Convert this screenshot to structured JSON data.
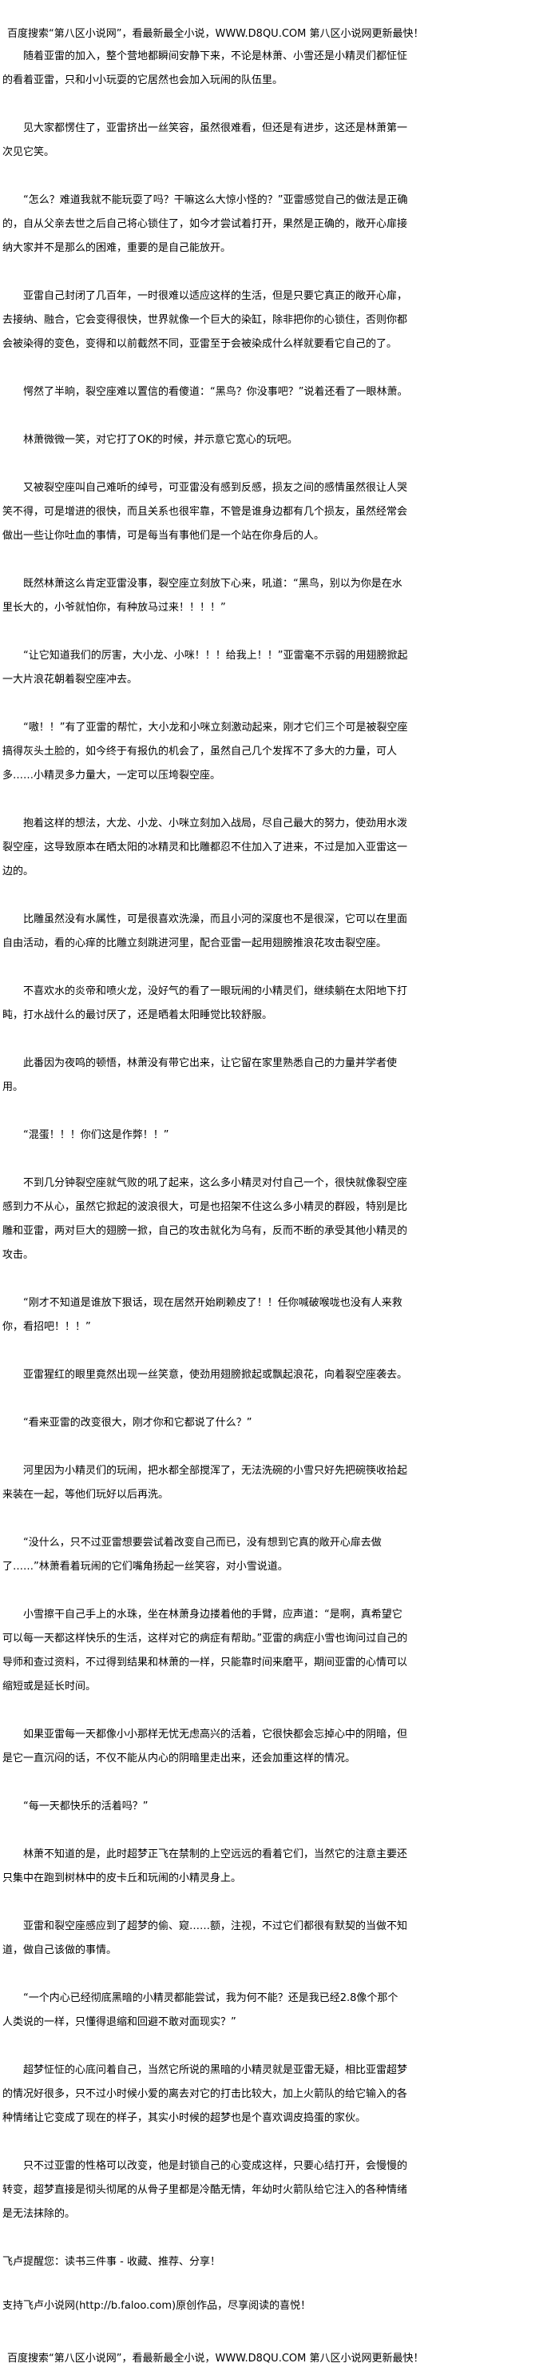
{
  "header_banner": "百度搜索“第八区小说网”，看最新最全小说，WWW.D8QU.COM   第八区小说网更新最快！",
  "paragraphs": [
    "随着亚雷的加入，整个营地都瞬间安静下来，不论是林萧、小雪还是小精灵们都怔怔的看着亚雷，只和小小玩耍的它居然也会加入玩闹的队伍里。",
    "见大家都愣住了，亚雷挤出一丝笑容，虽然很难看，但还是有进步，这还是林萧第一次见它笑。",
    "“怎么？难道我就不能玩耍了吗？干嘛这么大惊小怪的？”亚雷感觉自己的做法是正确的，自从父亲去世之后自己将心锁住了，如今才尝试着打开，果然是正确的，敞开心扉接纳大家并不是那么的困难，重要的是自己能放开。",
    "亚雷自己封闭了几百年，一时很难以适应这样的生活，但是只要它真正的敞开心扉，去接纳、融合，它会变得很快，世界就像一个巨大的染缸，除非把你的心锁住，否则你都会被染得的变色，变得和以前截然不同，亚雷至于会被染成什么样就要看它自己的了。",
    "愕然了半晌，裂空座难以置信的看傻道：“黑鸟？你没事吧？”说着还看了一眼林萧。",
    "林萧微微一笑，对它打了OK的时候，并示意它宽心的玩吧。",
    "又被裂空座叫自己难听的绰号，可亚雷没有感到反感，损友之间的感情虽然很让人哭笑不得，可是增进的很快，而且关系也很牢靠，不管是谁身边都有几个损友，虽然经常会做出一些让你吐血的事情，可是每当有事他们是一个站在你身后的人。",
    "既然林萧这么肯定亚雷没事，裂空座立刻放下心来，吼道：“黑鸟，别以为你是在水里长大的，小爷就怕你，有种放马过来！！！！”",
    "“让它知道我们的厉害，大小龙、小咪！！！给我上！！”亚雷毫不示弱的用翅膀掀起一大片浪花朝着裂空座冲去。",
    "“嗷！！”有了亚雷的帮忙，大小龙和小咪立刻激动起来，刚才它们三个可是被裂空座搞得灰头土脸的，如今终于有报仇的机会了，虽然自己几个发挥不了多大的力量，可人多……小精灵多力量大，一定可以压垮裂空座。",
    "抱着这样的想法，大龙、小龙、小咪立刻加入战局，尽自己最大的努力，使劲用水泼裂空座，这导致原本在晒太阳的冰精灵和比雕都忍不住加入了进来，不过是加入亚雷这一边的。",
    "比雕虽然没有水属性，可是很喜欢洗澡，而且小河的深度也不是很深，它可以在里面自由活动，看的心痒的比雕立刻跳进河里，配合亚雷一起用翅膀推浪花攻击裂空座。",
    "不喜欢水的炎帝和喷火龙，没好气的看了一眼玩闹的小精灵们，继续躺在太阳地下打盹，打水战什么的最讨厌了，还是晒着太阳睡觉比较舒服。",
    "此番因为夜鸣的顿悟，林萧没有带它出来，让它留在家里熟悉自己的力量并学者使用。",
    "“混蛋！！！你们这是作弊！！”",
    "不到几分钟裂空座就气败的吼了起来，这么多小精灵对付自己一个，很快就像裂空座感到力不从心，虽然它掀起的波浪很大，可是也招架不住这么多小精灵的群殴，特别是比雕和亚雷，两对巨大的翅膀一掀，自己的攻击就化为乌有，反而不断的承受其他小精灵的攻击。",
    "“刚才不知道是谁放下狠话，现在居然开始刷赖皮了！！任你喊破喉咙也没有人来救你，看招吧！！！”",
    "亚雷猩红的眼里竟然出现一丝笑意，使劲用翅膀掀起或飘起浪花，向着裂空座袭去。",
    "“看来亚雷的改变很大，刚才你和它都说了什么？”",
    "河里因为小精灵们的玩闹，把水都全部搅浑了，无法洗碗的小雪只好先把碗筷收拾起来装在一起，等他们玩好以后再洗。",
    "“没什么，只不过亚雷想要尝试着改变自己而已，没有想到它真的敞开心扉去做了……”林萧看着玩闹的它们嘴角扬起一丝笑容，对小雪说道。",
    "小雪擦干自己手上的水珠，坐在林萧身边搂着他的手臂，应声道：“是啊，真希望它可以每一天都这样快乐的生活，这样对它的病症有帮助。”亚雷的病症小雪也询问过自己的导师和查过资料，不过得到结果和林萧的一样，只能靠时间来磨平，期间亚雷的心情可以缩短或是延长时间。",
    "如果亚雷每一天都像小小那样无忧无虑高兴的活着，它很快都会忘掉心中的阴暗，但是它一直沉闷的话，不仅不能从内心的阴暗里走出来，还会加重这样的情况。",
    "“每一天都快乐的活着吗？”",
    "林萧不知道的是，此时超梦正飞在禁制的上空远远的看着它们，当然它的注意主要还只集中在跑到树林中的皮卡丘和玩闹的小精灵身上。",
    "亚雷和裂空座感应到了超梦的偷、窥……额，注视，不过它们都很有默契的当做不知道，做自己该做的事情。",
    "“一个内心已经彻底黑暗的小精灵都能尝试，我为何不能？还是我已经2.8像个那个人类说的一样，只懂得退缩和回避不敢对面现实？”",
    "超梦怔怔的心底问着自己，当然它所说的黑暗的小精灵就是亚雷无疑，相比亚雷超梦的情况好很多，只不过小时候小爱的离去对它的打击比较大，加上火箭队的给它输入的各种情绪让它变成了现在的样子，其实小时候的超梦也是个喜欢调皮捣蛋的家伙。",
    "只不过亚雷的性格可以改变，他是封锁自己的心变成这样，只要心结打开，会慢慢的转变，超梦直接是彻头彻尾的从骨子里都是冷酷无情，年幼时火箭队给它注入的各种情绪是无法抹除的。"
  ],
  "footer": {
    "reminder": "飞卢提醒您：读书三件事 - 收藏、推荐、分享！",
    "support": "支持飞卢小说网(http://b.faloo.com)原创作品，尽享阅读的喜悦！",
    "banner": "百度搜索“第八区小说网”，看最新最全小说，WWW.D8QU.COM   第八区小说网更新最快！"
  }
}
